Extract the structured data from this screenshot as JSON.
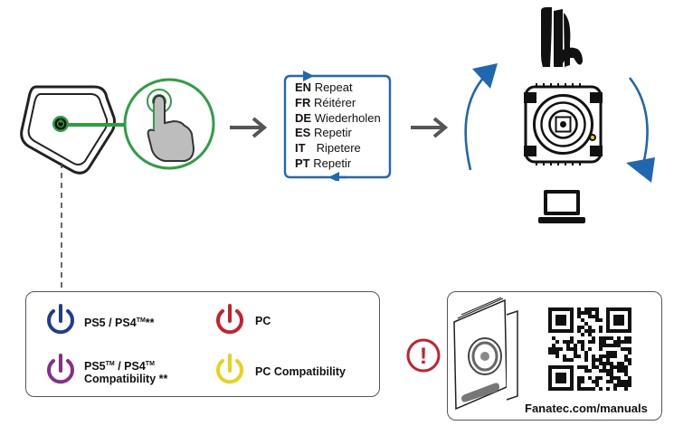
{
  "colors": {
    "green": "#2e9e43",
    "blue": "#1f67b1",
    "navy": "#1d3d8f",
    "red": "#c8202a",
    "purple": "#8a2b8e",
    "yellow": "#e9d21c",
    "arrow_gray": "#555555",
    "outline": "#222222"
  },
  "icons": {
    "rim_button": "rim-button-icon",
    "press": "finger-press-icon",
    "flow_arrow": "arrow-right-icon",
    "loop": "repeat-loop-icon",
    "console": "ps5-console-icon",
    "base": "wheel-base-icon",
    "laptop": "laptop-icon",
    "warning": "exclamation-icon",
    "manual": "manual-booklet-icon",
    "qr": "qr-code-icon"
  },
  "repeat_list": [
    {
      "code": "EN",
      "text": "Repeat"
    },
    {
      "code": "FR",
      "text": "Réitérer"
    },
    {
      "code": "DE",
      "text": "Wiederholen"
    },
    {
      "code": "ES",
      "text": "Repetir"
    },
    {
      "code": "IT",
      "text": "Ripetere"
    },
    {
      "code": "PT",
      "text": "Repetir"
    }
  ],
  "legend": {
    "ps_label": "PS5",
    "ps_sep": " / PS4",
    "tm": "TM",
    "ps_note": "**",
    "pc": "PC",
    "ps_compat_line1": "PS5",
    "ps_compat_line1_sep": " / PS4",
    "ps_compat_line2": "Compatibility **",
    "pc_compat": "PC Compatibility"
  },
  "manual": {
    "url": "Fanatec.com/manuals",
    "warning_mark": "!"
  }
}
